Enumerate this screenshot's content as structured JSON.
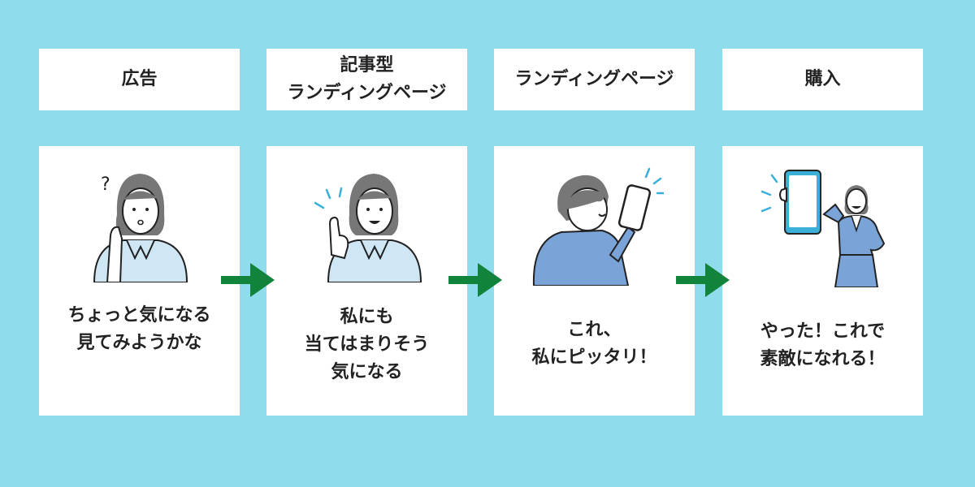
{
  "colors": {
    "background": "#8fdcec",
    "panel": "#ffffff",
    "arrow": "#12833a",
    "shirt_light": "#cfe6f4",
    "suit_blue": "#7aa3d8",
    "hair": "#777777",
    "skin": "#ffffff"
  },
  "steps": [
    {
      "title_lines": [
        "広告"
      ],
      "caption_lines": [
        "ちょっと気になる",
        "見てみようかな"
      ],
      "illustration_icon": "thinking-woman-icon"
    },
    {
      "title_lines": [
        "記事型",
        "ランディングページ"
      ],
      "caption_lines": [
        "私にも",
        "当てはまりそう",
        "気になる"
      ],
      "illustration_icon": "pointing-woman-icon"
    },
    {
      "title_lines": [
        "ランディングページ"
      ],
      "caption_lines": [
        "これ、",
        "私にピッタリ！"
      ],
      "illustration_icon": "man-with-phone-icon"
    },
    {
      "title_lines": [
        "購入"
      ],
      "caption_lines": [
        "やった！これで",
        "素敵になれる！"
      ],
      "illustration_icon": "happy-woman-phone-icon"
    }
  ]
}
